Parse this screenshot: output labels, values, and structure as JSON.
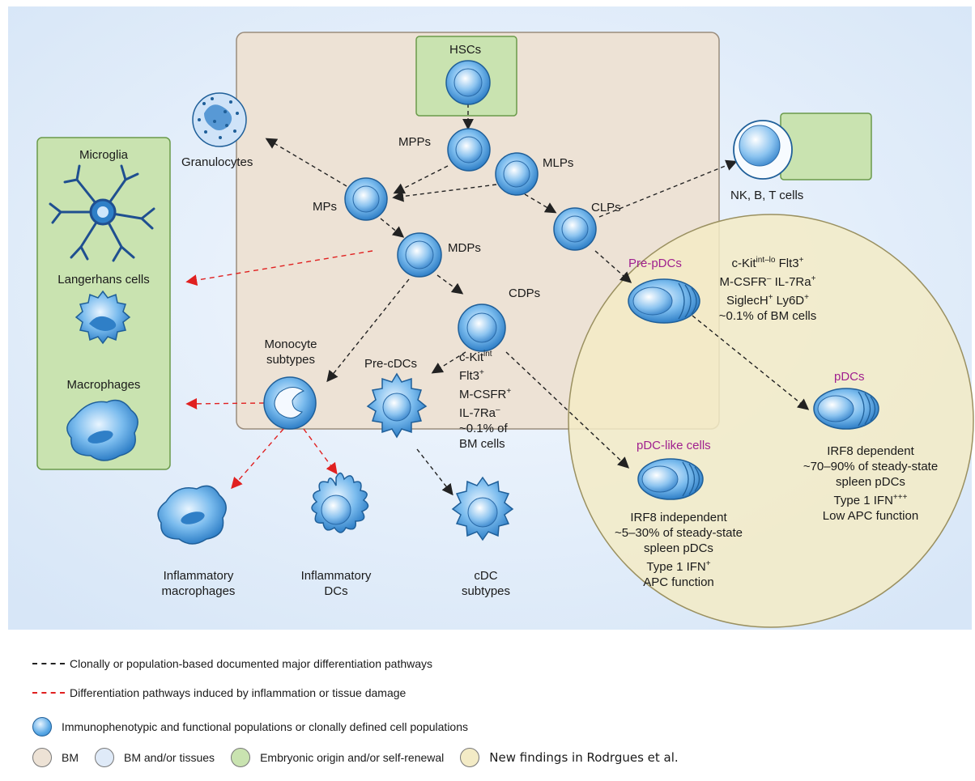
{
  "nodes": {
    "hscs": "HSCs",
    "mpps": "MPPs",
    "mlps": "MLPs",
    "mps": "MPs",
    "clps": "CLPs",
    "mdps": "MDPs",
    "cdps": "CDPs",
    "granulocytes": "Granulocytes",
    "nk_b_t": "NK, B, T cells",
    "microglia": "Microglia",
    "langerhans": "Langerhans cells",
    "macrophages": "Macrophages",
    "monocyte": [
      "Monocyte",
      "subtypes"
    ],
    "pre_cdcs": "Pre-cDCs",
    "pre_pdcs": "Pre-pDCs",
    "pdcs": "pDCs",
    "pdc_like": "pDC-like cells",
    "infl_macro": [
      "Inflammatory",
      "macrophages"
    ],
    "infl_dcs": [
      "Inflammatory",
      "DCs"
    ],
    "cdc_subtypes": [
      "cDC",
      "subtypes"
    ]
  },
  "phenotypes": {
    "pre_pdc": {
      "l1a": "c-Kit",
      "l1sup": "int–lo",
      "l1b": " Flt3",
      "l1sup2": "+",
      "l2a": "M-CSFR",
      "l2sup": "–",
      "l2b": " IL-7Ra",
      "l2sup2": "+",
      "l3a": "SiglecH",
      "l3sup": "+",
      "l3b": " Ly6D",
      "l3sup2": "+",
      "l4": "~0.1% of BM cells"
    },
    "pre_cdc": {
      "l1a": "c-Kit",
      "l1sup": "int",
      "l2a": "Flt3",
      "l2sup": "+",
      "l3a": "M-CSFR",
      "l3sup": "+",
      "l4a": "IL-7Ra",
      "l4sup": "–",
      "l5": "~0.1% of",
      "l6": "BM cells"
    },
    "pdc_like": {
      "l1": "IRF8 independent",
      "l2": "~5–30% of steady-state",
      "l3": "spleen pDCs",
      "l4a": "Type 1 IFN",
      "l4sup": "+",
      "l5": "APC function"
    },
    "pdcs": {
      "l1": "IRF8 dependent",
      "l2": "~70–90% of steady-state",
      "l3": "spleen pDCs",
      "l4a": "Type 1 IFN",
      "l4sup": "+++",
      "l5": "Low APC function"
    }
  },
  "legend": {
    "black_dash": "Clonally or population-based documented major differentiation pathways",
    "red_dash": "Differentiation pathways induced by inflammation or tissue damage",
    "blue_circle": "Immunophenotypic and functional populations or clonally defined cell populations",
    "bm": "BM",
    "bm_tissues": "BM and/or tissues",
    "embryonic": "Embryonic origin and/or self-renewal",
    "new_findings": "New findings in Rodrgues et al."
  },
  "colors": {
    "bm": "#ede2d5",
    "bm_tissues": "#dfeaf8",
    "embryonic": "#c9e3b0",
    "new_findings": "#f3ebc6",
    "cell_blue": "#5aa9e6",
    "black_arrow": "#222222",
    "red_arrow": "#e02020",
    "label_magenta": "#a0208f"
  }
}
